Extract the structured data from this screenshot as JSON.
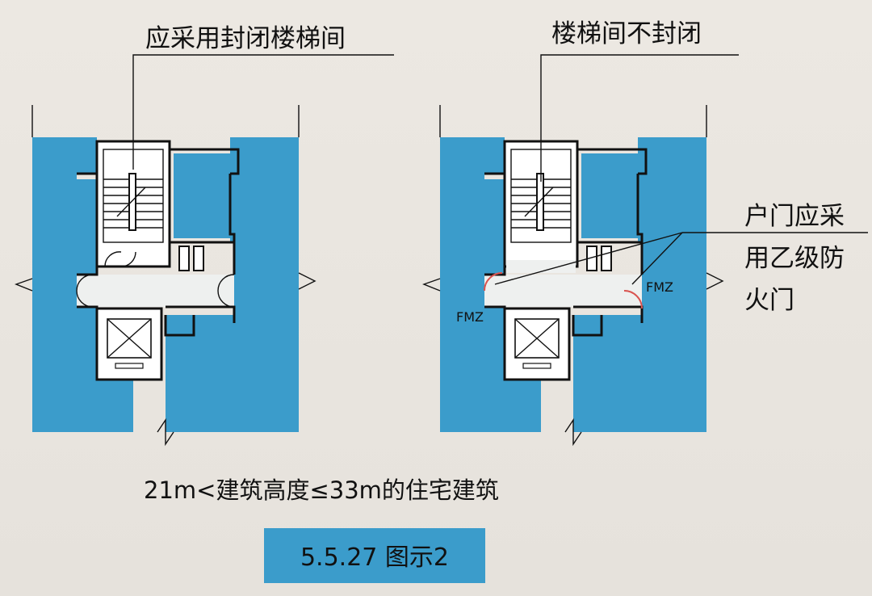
{
  "labels": {
    "left_title": "应采用封闭楼梯间",
    "right_title": "楼梯间不封闭",
    "right_note_line1": "户门应采",
    "right_note_line2": "用乙级防",
    "right_note_line3": "火门",
    "door_label_left": "FMZ",
    "door_label_right": "FMZ",
    "subtitle": "21m<建筑高度≤33m的住宅建筑",
    "figure_caption": "5.5.27 图示2"
  },
  "colors": {
    "unit_blue": "#3b9ccb",
    "caption_blue": "#3b9ccb",
    "fire_door_red": "#d9534f"
  }
}
